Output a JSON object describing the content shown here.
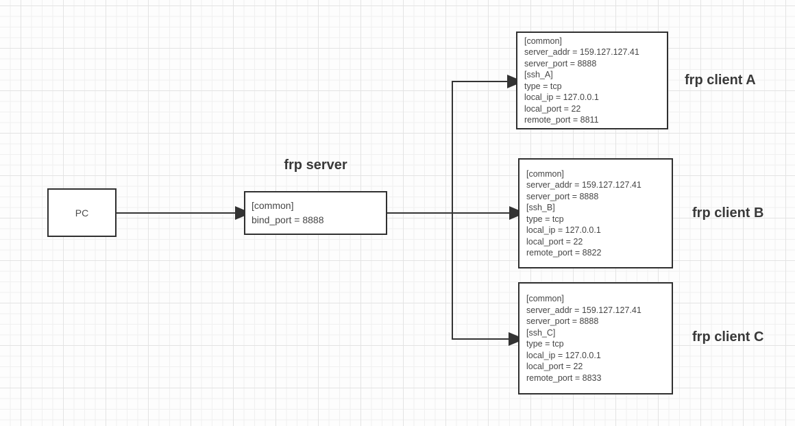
{
  "diagram": {
    "nodes": {
      "pc": {
        "label": "PC"
      },
      "server": {
        "title": "frp server",
        "config_lines": [
          "[common]",
          "bind_port = 8888"
        ]
      },
      "client_a": {
        "label": "frp client A",
        "config_lines": [
          "[common]",
          "server_addr = 159.127.127.41",
          "server_port = 8888",
          "[ssh_A]",
          "type = tcp",
          "local_ip = 127.0.0.1",
          "local_port = 22",
          "remote_port = 8811"
        ]
      },
      "client_b": {
        "label": "frp client B",
        "config_lines": [
          "[common]",
          "server_addr = 159.127.127.41",
          "server_port = 8888",
          "[ssh_B]",
          "type = tcp",
          "local_ip = 127.0.0.1",
          "local_port = 22",
          "remote_port = 8822"
        ]
      },
      "client_c": {
        "label": "frp client C",
        "config_lines": [
          "[common]",
          "server_addr = 159.127.127.41",
          "server_port = 8888",
          "[ssh_C]",
          "type = tcp",
          "local_ip = 127.0.0.1",
          "local_port = 22",
          "remote_port = 8833"
        ]
      }
    },
    "connections": [
      "PC -> frp server",
      "frp server -> frp client A",
      "frp server -> frp client B",
      "frp server -> frp client C"
    ],
    "colors": {
      "connector": "#333333",
      "box_border": "#2f2f2f",
      "box_fill": "#ffffff",
      "config_text": "#454545",
      "label_text": "#393939",
      "grid_minor": "#f0f0f0",
      "grid_major": "#e3e3e3",
      "background": "#fdfdfd"
    }
  }
}
